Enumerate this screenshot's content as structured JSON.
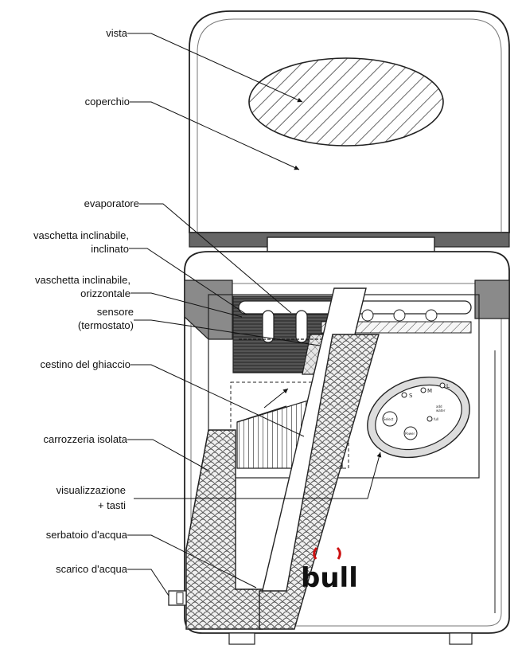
{
  "labels": {
    "vista": "vista",
    "coperchio": "coperchio",
    "evaporatore": "evaporatore",
    "vaschetta_inclinato_1": "vaschetta inclinabile,",
    "vaschetta_inclinato_2": "inclinato",
    "vaschetta_orizz_1": "vaschetta inclinabile,",
    "vaschetta_orizz_2": "orizzontale",
    "sensore_1": "sensore",
    "sensore_2": "(termostato)",
    "cestino": "cestino del ghiaccio",
    "carrozzeria": "carrozzeria isolata",
    "visualizzazione_1": "visualizzazione",
    "visualizzazione_2": "+ tasti",
    "serbatoio": "serbatoio d'acqua",
    "scarico": "scarico d'acqua"
  },
  "panel": {
    "size_s": "S",
    "size_m": "M",
    "size_l": "L",
    "led_add_1": "add",
    "led_add_2": "water",
    "btn_select": "Select",
    "btn_power": "Power",
    "led_full": "full"
  },
  "brand": {
    "name": "bull",
    "accent_color": "#cc1111"
  }
}
